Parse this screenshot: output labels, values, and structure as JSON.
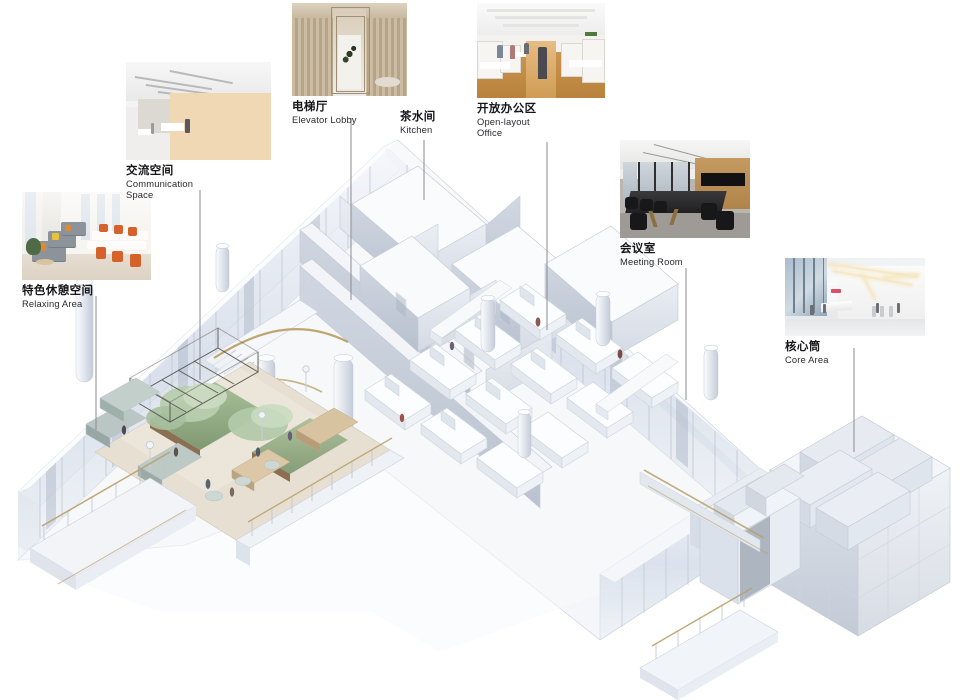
{
  "diagram": {
    "type": "isometric-cutaway-floor-plan",
    "subject": "Office floor axonometric with callout photographs",
    "background_color": "#ffffff",
    "leader_line_color": "#8b8b92"
  },
  "callouts": [
    {
      "id": "relaxing-area",
      "zh": "特色休憩空间",
      "en": "Relaxing Area",
      "en_lines": [
        "Relaxing Area"
      ],
      "photo": "relaxing-area-photo",
      "photo_desc": "Lounge with grey sofas, orange chairs and long white tables beside full-height windows"
    },
    {
      "id": "communication-space",
      "zh": "交流空间",
      "en": "Communication Space",
      "en_lines": [
        "Communication",
        "Space"
      ],
      "photo": "communication-space-photo",
      "photo_desc": "Bright white double-height hall with fanning wooden stepped seating"
    },
    {
      "id": "elevator-lobby",
      "zh": "电梯厅",
      "en": "Elevator Lobby",
      "en_lines": [
        "Elevator Lobby"
      ],
      "photo": "elevator-lobby-photo",
      "photo_desc": "Bronze ribbed metal walls flanking a lift portal with green artwork"
    },
    {
      "id": "kitchen",
      "zh": "茶水间",
      "en": "Kitchen",
      "en_lines": [
        "Kitchen"
      ],
      "photo": null,
      "photo_desc": ""
    },
    {
      "id": "open-layout-office",
      "zh": "开放办公区",
      "en": "Open-layout Office",
      "en_lines": [
        "Open-layout",
        "Office"
      ],
      "photo": "open-layout-office-photo",
      "photo_desc": "Office corridor with wood floor, white partitions and a person walking away"
    },
    {
      "id": "meeting-room",
      "zh": "会议室",
      "en": "Meeting Room",
      "en_lines": [
        "Meeting Room"
      ],
      "photo": "meeting-room-photo",
      "photo_desc": "Boardroom with dark glossy table, black chairs, wood wall and display screen"
    },
    {
      "id": "core-area",
      "zh": "核心筒",
      "en": "Core Area",
      "en_lines": [
        "Core Area"
      ],
      "photo": "core-area-photo",
      "photo_desc": "White entrance lobby with angular light coves, reception desk and turnstiles"
    }
  ]
}
